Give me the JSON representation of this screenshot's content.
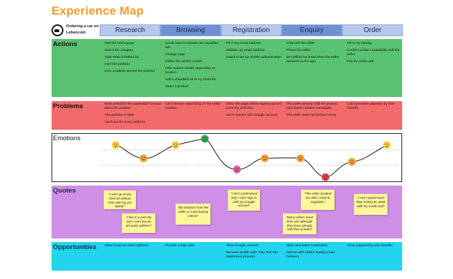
{
  "title": "Experience Map",
  "project": {
    "name": "Ordering a car on Lebencoin",
    "icon": "car-logo-icon"
  },
  "phases": [
    "Research",
    "Browsing",
    "Registration",
    "Enquiry",
    "Order"
  ],
  "lanes": {
    "actions": {
      "label": "Actions",
      "items": [
        [
          "Visit the home page",
          "Select the category",
          "Type what is looked for",
          "Give the position",
          "Give a radium around the position"
        ],
        [
          "Scroll down to browse the classified ads",
          "Change page",
          "Refine the search results",
          "Filter search results depending on location",
          "Add a classified ad to my short-list",
          "Order a product"
        ],
        [
          "Fill in my email address",
          "Validate my email address",
          "Asked to set up double authentication"
        ],
        [
          "Chat with the seller",
          "Phone the seller",
          "Be notified by email when the seller answers on the app"
        ],
        [
          "Fill in my identity",
          "Confirm product availability with the seller",
          "Pay by credit card"
        ]
      ]
    },
    "problems": {
      "label": "Problems",
      "items": [
        [
          "Must authorize the application to know about the position",
          "The position is false",
          "Can't put the exact address"
        ],
        [
          "Can't browse depending on the seller location"
        ],
        [
          "Close the page before signing up and loose my selection",
          "Can't connect with Google account"
        ],
        [
          "The seller already sold the product and doesn't answer messages",
          "The seller does not behave nicely"
        ],
        [
          "Can't provision payment by wire transfer"
        ]
      ]
    },
    "emotions": {
      "label": "Emotions"
    },
    "quotes": {
      "label": "Quotes",
      "notes": [
        "\"I can't go to the Internet without VPN with my pro laptop\"",
        "\"I live in a mid-city and I can't put an accurate address\"",
        "\"My distance from the seller is a key buying criteria\"",
        "\"I don't understand why I can't sign in with my Google account\"",
        "\"The seller insulted me after I tried to negotiate\"",
        "\"Many sellers leave their ads although they have already sold their product\"",
        "\"I can't spend more than 4,000 per week with my credit card\""
      ]
    },
    "opportunities": {
      "label": "Opportunities",
      "items": [
        [
          "Allow to put an exact address"
        ],
        [
          "Provide a map view"
        ],
        [
          "Allow Google connect",
          "Remove double auth. step from the registration process"
        ],
        [
          "More and faster moderation",
          "Stricter with sellers having a bad behavior"
        ],
        [
          "Allow payment by wire transfer"
        ]
      ]
    }
  },
  "emotion_points": [
    {
      "mood": "happy",
      "color": "#f5d033"
    },
    {
      "mood": "neutral",
      "color": "#f5a027"
    },
    {
      "mood": "happy",
      "color": "#f5d033"
    },
    {
      "mood": "very-happy",
      "color": "#2fa84f"
    },
    {
      "mood": "sad",
      "color": "#e8559a"
    },
    {
      "mood": "neutral",
      "color": "#f5a027"
    },
    {
      "mood": "neutral",
      "color": "#f5a027"
    },
    {
      "mood": "very-sad",
      "color": "#e03c3c"
    },
    {
      "mood": "neutral",
      "color": "#f5a027"
    },
    {
      "mood": "happy",
      "color": "#f5d033"
    }
  ]
}
